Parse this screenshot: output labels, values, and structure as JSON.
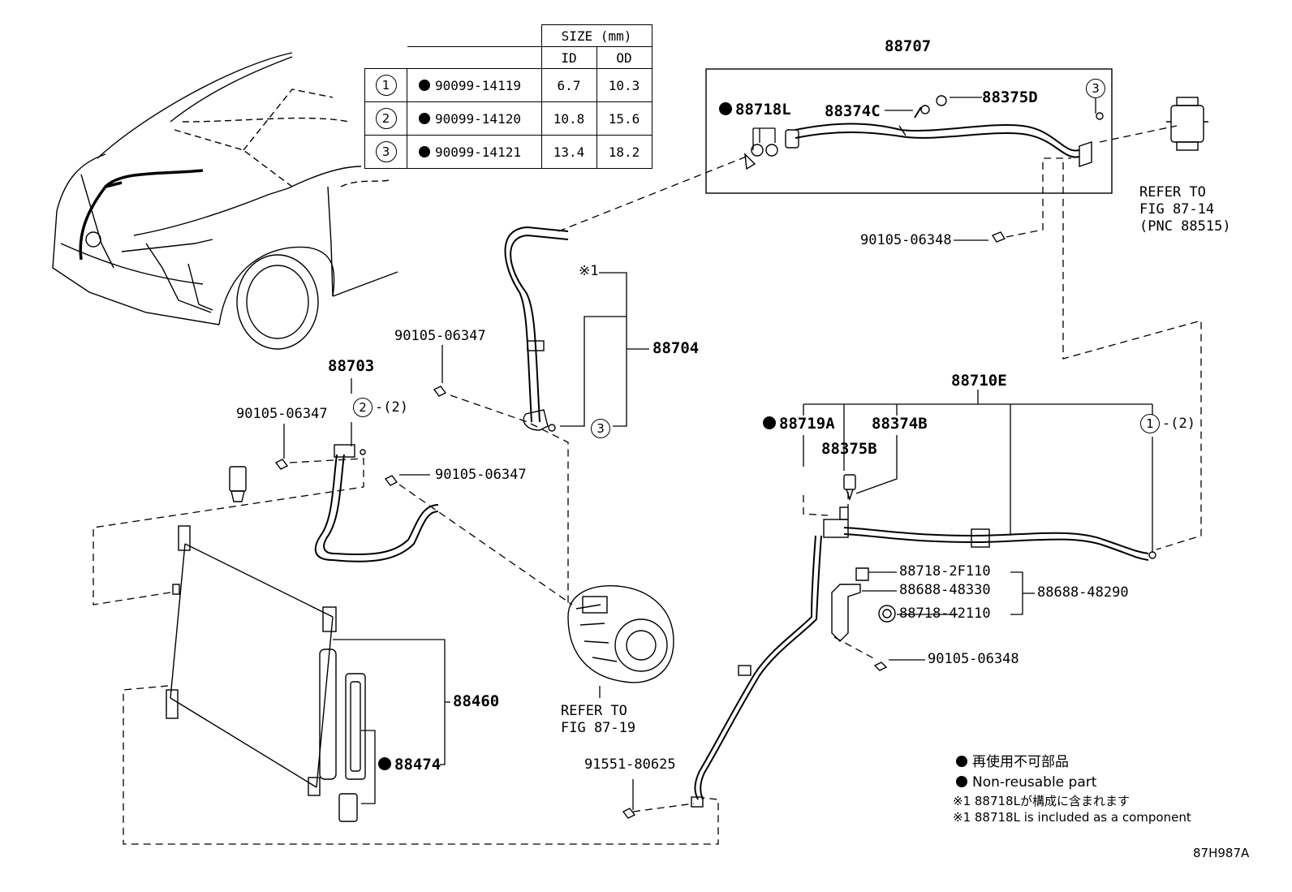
{
  "size_table": {
    "title": "SIZE (mm)",
    "col_id": "ID",
    "col_od": "OD",
    "rows": [
      {
        "num": "1",
        "part": "90099-14119",
        "id": "6.7",
        "od": "10.3"
      },
      {
        "num": "2",
        "part": "90099-14120",
        "id": "10.8",
        "od": "15.6"
      },
      {
        "num": "3",
        "part": "90099-14121",
        "id": "13.4",
        "od": "18.2"
      }
    ]
  },
  "labels": {
    "p88707": "88707",
    "p88718L": "88718L",
    "p88374C": "88374C",
    "p88375D": "88375D",
    "refer_8714": [
      "REFER TO",
      "FIG 87-14",
      "(PNC 88515)"
    ],
    "bolt_90105_06348_top": "90105-06348",
    "note1_mark": "※1",
    "p88704": "88704",
    "bolt_90105_06347_a": "90105-06347",
    "p88703": "88703",
    "bolt_90105_06347_b": "90105-06347",
    "bolt_90105_06347_c": "90105-06347",
    "ring_suffix": "-(2)",
    "p88710E": "88710E",
    "p88719A": "88719A",
    "p88374B": "88374B",
    "p88375B": "88375B",
    "p88718_2F110": "88718-2F110",
    "p88688_48330": "88688-48330",
    "p88688_48290": "88688-48290",
    "p88718_42110": "88718-42110",
    "bolt_90105_06348_bot": "90105-06348",
    "p88460": "88460",
    "p88474": "88474",
    "refer_8719": [
      "REFER TO",
      "FIG 87-19"
    ],
    "bolt_91551_80625": "91551-80625",
    "circle1": "1",
    "circle2": "2",
    "circle3": "3"
  },
  "legend": {
    "jp_nonreusable": "再使用不可部品",
    "en_nonreusable": "Non-reusable part",
    "note_jp": "※1 88718Lが構成に含まれます",
    "note_en": "※1 88718L is included as a component"
  },
  "figure_id": "87H987A"
}
